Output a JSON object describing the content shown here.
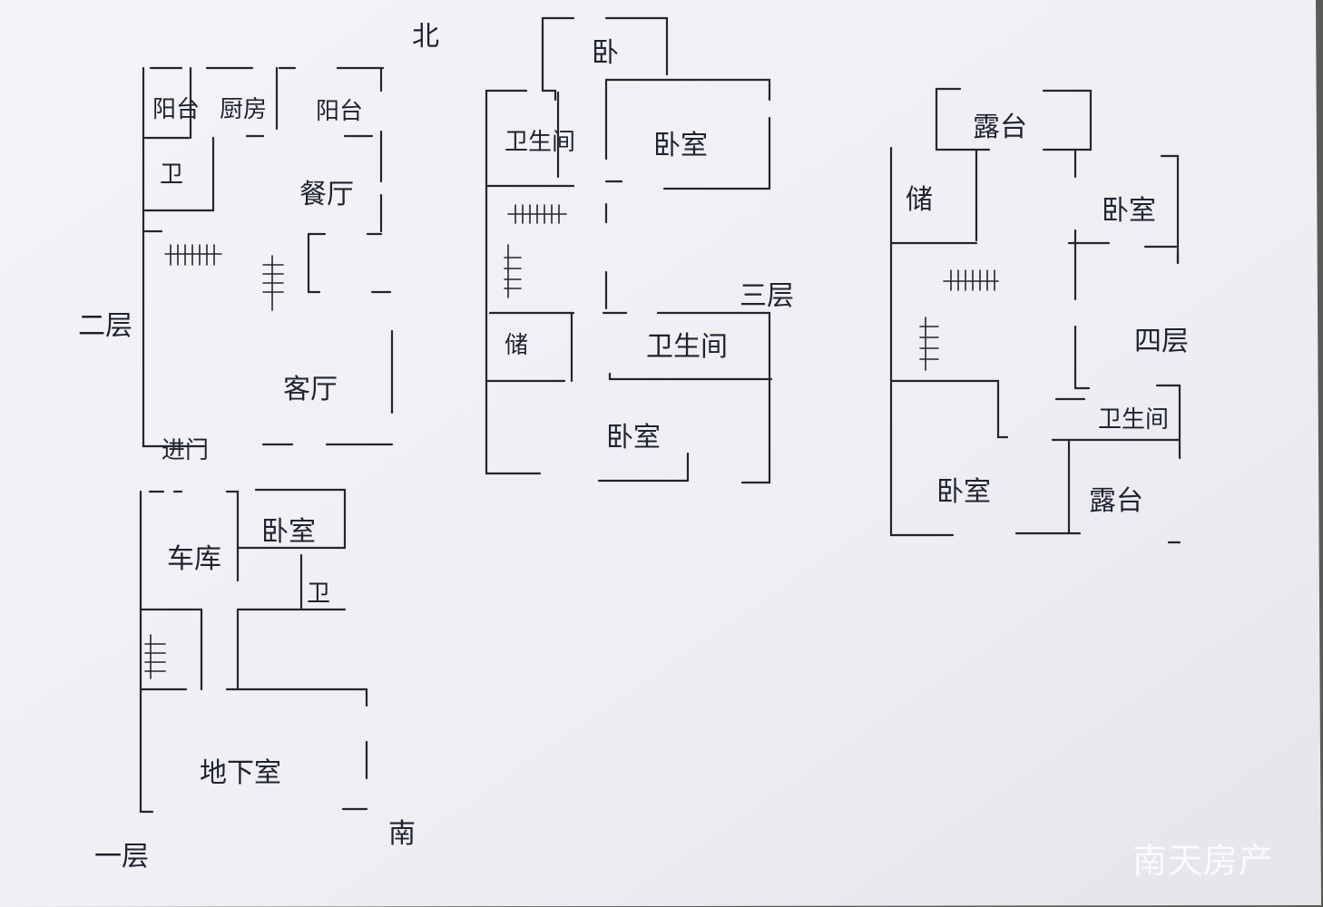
{
  "compass": {
    "north": "北",
    "south": "南"
  },
  "floors": {
    "f1": {
      "title": "一层",
      "rooms": {
        "garage": "车库",
        "bedroom": "卧室",
        "bath": "卫",
        "basement": "地下室"
      }
    },
    "f2": {
      "title": "二层",
      "rooms": {
        "balcony_a": "阳台",
        "kitchen": "厨房",
        "balcony_b": "阳台",
        "bath": "卫",
        "dining": "餐厅",
        "living": "客厅",
        "entrance": "进门"
      }
    },
    "f3": {
      "title": "三层",
      "rooms": {
        "bedroom_top": "卧",
        "bath_a": "卫生间",
        "bedroom_a": "卧室",
        "storage": "储",
        "bath_b": "卫生间",
        "bedroom_b": "卧室"
      }
    },
    "f4": {
      "title": "四层",
      "rooms": {
        "terrace_top": "露台",
        "storage": "储",
        "bedroom_a": "卧室",
        "bath": "卫生间",
        "bedroom_b": "卧室",
        "terrace_bottom": "露台"
      }
    }
  },
  "watermark": "南天房产"
}
